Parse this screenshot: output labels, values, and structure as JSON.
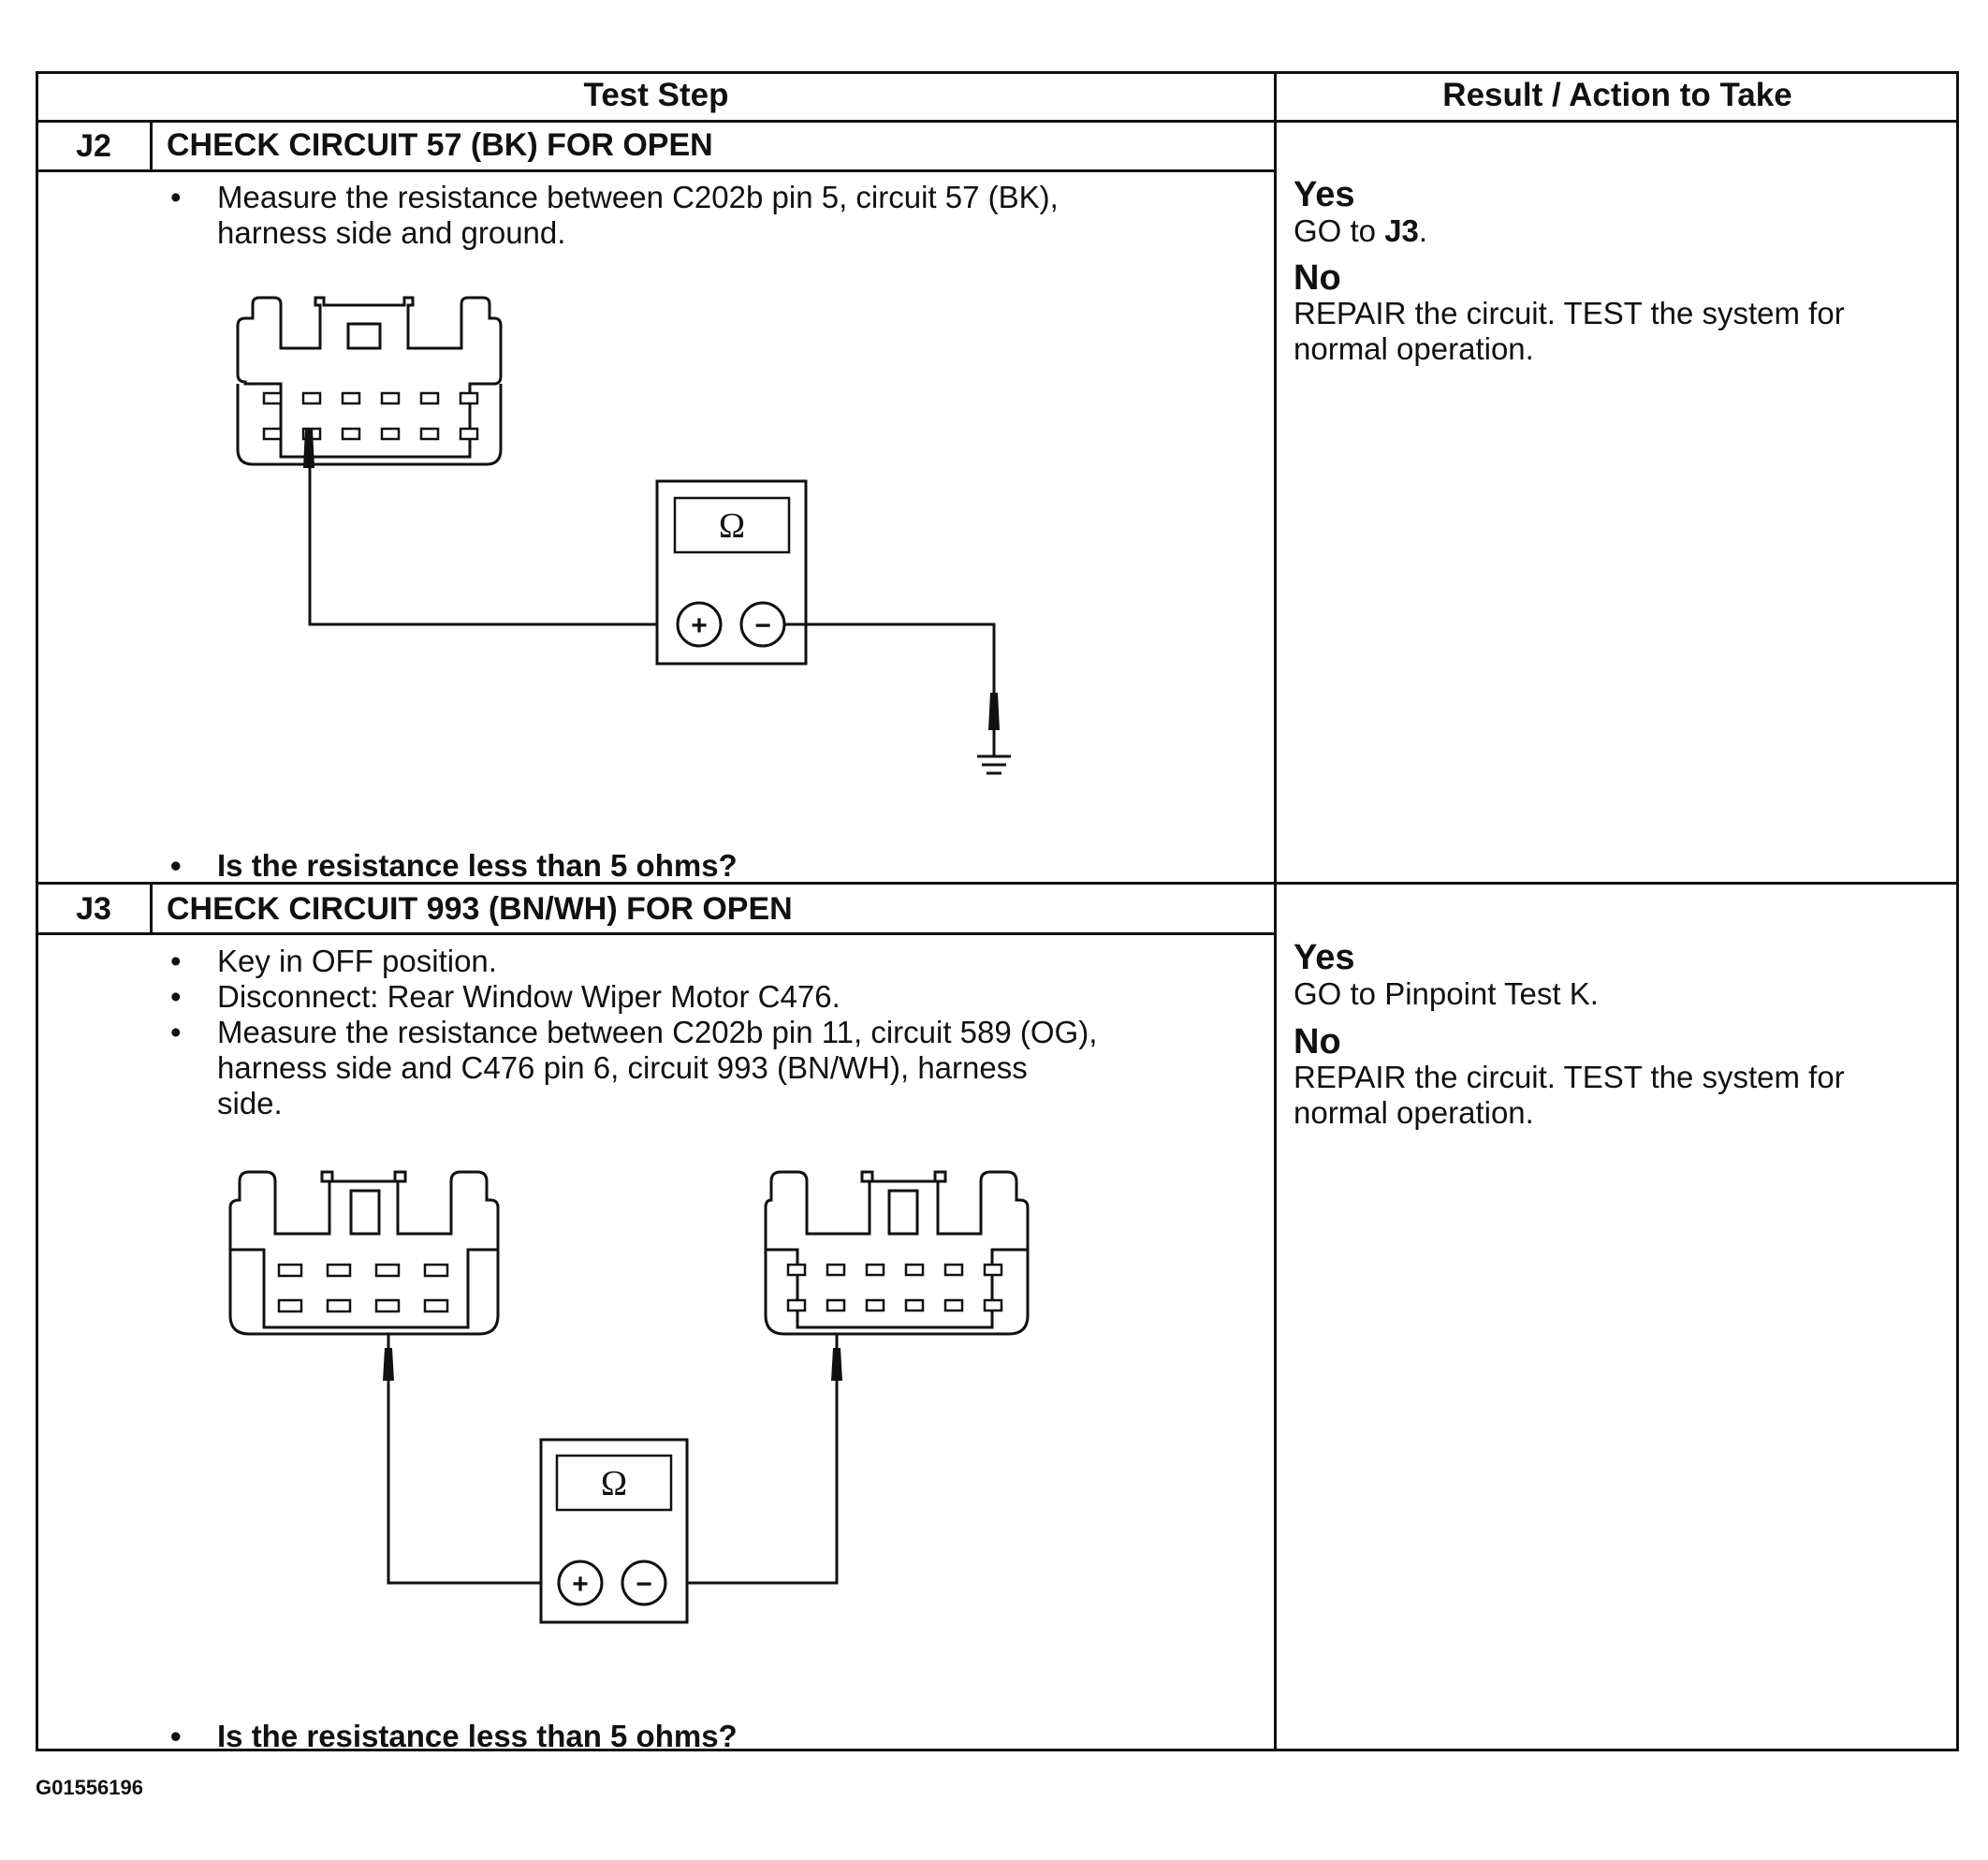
{
  "table": {
    "header_step": "Test Step",
    "header_result": "Result / Action to Take"
  },
  "j2": {
    "id": "J2",
    "title": "CHECK CIRCUIT 57 (BK) FOR OPEN",
    "bullet_1_line_1": "Measure the resistance between C202b pin 5, circuit 57 (BK),",
    "bullet_1_line_2": "harness side and ground.",
    "question": "Is the resistance less than 5 ohms?",
    "yes_label": "Yes",
    "yes_text_prefix": "GO to ",
    "yes_text_bold": "J3",
    "yes_text_suffix": ".",
    "no_label": "No",
    "no_line_1": "REPAIR the circuit. TEST the system for",
    "no_line_2": "normal operation.",
    "meter_symbol": "Ω",
    "plus_symbol": "+",
    "minus_symbol": "−"
  },
  "j3": {
    "id": "J3",
    "title": "CHECK CIRCUIT 993 (BN/WH) FOR OPEN",
    "bullet_1": "Key in OFF position.",
    "bullet_2": "Disconnect: Rear Window Wiper Motor C476.",
    "bullet_3_line_1": "Measure the resistance between C202b pin 11, circuit 589 (OG),",
    "bullet_3_line_2": "harness side and C476 pin 6, circuit 993 (BN/WH), harness",
    "bullet_3_line_3": "side.",
    "question": "Is the resistance less than 5 ohms?",
    "yes_label": "Yes",
    "yes_text": "GO to Pinpoint Test K.",
    "no_label": "No",
    "no_line_1": "REPAIR the circuit. TEST the system for",
    "no_line_2": "normal operation.",
    "meter_symbol": "Ω",
    "plus_symbol": "+",
    "minus_symbol": "−"
  },
  "figure_code": "G01556196",
  "bullet_char": "•"
}
